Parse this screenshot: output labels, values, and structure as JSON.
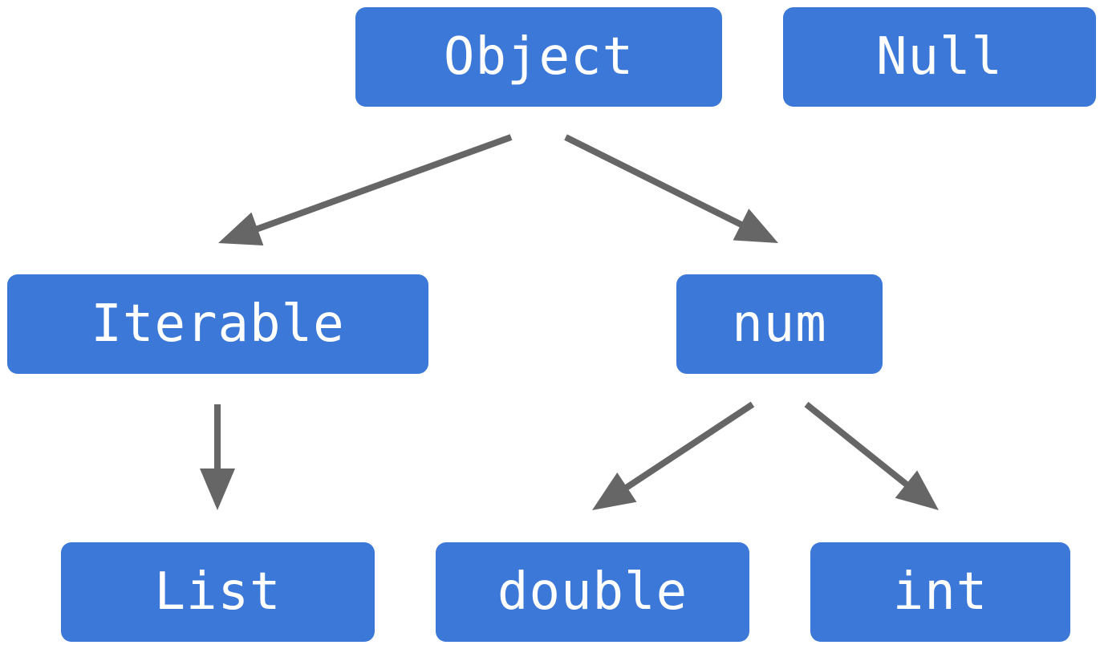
{
  "colors": {
    "node_fill": "#3c78d8",
    "node_text": "#ffffff",
    "arrow": "#666666",
    "background": "#ffffff"
  },
  "nodes": {
    "object": "Object",
    "null": "Null",
    "iterable": "Iterable",
    "num": "num",
    "list": "List",
    "double": "double",
    "int": "int"
  },
  "edges": [
    {
      "from": "object",
      "to": "iterable"
    },
    {
      "from": "object",
      "to": "num"
    },
    {
      "from": "iterable",
      "to": "list"
    },
    {
      "from": "num",
      "to": "double"
    },
    {
      "from": "num",
      "to": "int"
    }
  ]
}
